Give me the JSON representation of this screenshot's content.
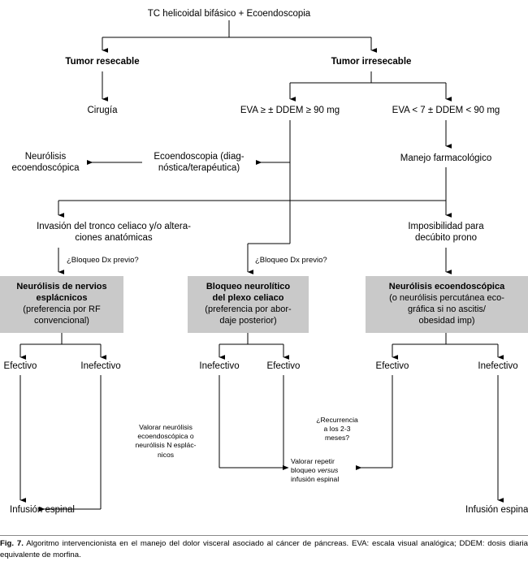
{
  "figure": {
    "caption_label": "Fig. 7.",
    "caption_text": "Algoritmo intervencionista en el manejo del dolor visceral asociado al cáncer de páncreas. EVA: escala visual analógica; DDEM: dosis diaria equivalente de morfina."
  },
  "colors": {
    "box_fill": "#c9c9c9",
    "line": "#000000",
    "background": "#ffffff"
  },
  "nodes": {
    "root": "TC helicoidal bifásico + Ecoendoscopia",
    "tumor_resecable": "Tumor resecable",
    "tumor_irresecable": "Tumor irresecable",
    "cirugia": "Cirugía",
    "eva_high": "EVA ≥ ± DDEM ≥ 90 mg",
    "eva_low": "EVA < 7 ± DDEM < 90 mg",
    "manejo_farmacologico": "Manejo farmacológico",
    "ecoendoscopia_line1": "Ecoendoscopia (diag-",
    "ecoendoscopia_line2": "nóstica/terapéutica)",
    "neurolisis_eco_line1": "Neurólisis",
    "neurolisis_eco_line2": "ecoendoscópica",
    "invasion_line1": "Invasión del tronco celiaco y/o altera-",
    "invasion_line2": "ciones anatómicas",
    "imposibilidad_line1": "Imposibilidad para",
    "imposibilidad_line2": "decúbito prono",
    "bloqueo_dx_left": "¿Bloqueo Dx previo?",
    "bloqueo_dx_mid": "¿Bloqueo Dx previo?"
  },
  "grey_boxes": [
    {
      "name": "neurolisis-nervios-esplacnicos",
      "title_lines": [
        "Neurólisis de nervios",
        "esplácnicos"
      ],
      "sub_lines": [
        "(preferencia por RF",
        "convencional)"
      ]
    },
    {
      "name": "bloqueo-neurolitico-plexo-celiaco",
      "title_lines": [
        "Bloqueo neurolítico",
        "del plexo celiaco"
      ],
      "sub_lines": [
        "(preferencia por abor-",
        "daje posterior)"
      ]
    },
    {
      "name": "neurolisis-ecoendoscopica",
      "title_lines": [
        "Neurólisis ecoendoscópica"
      ],
      "sub_lines": [
        "(o neurólisis percutánea eco-",
        "gráfica si no ascitis/",
        "obesidad imp)"
      ]
    }
  ],
  "outcomes": {
    "left_effective": "Efectivo",
    "left_ineffective": "Inefectivo",
    "mid_ineffective": "Inefectivo",
    "mid_effective": "Efectivo",
    "right_effective": "Efectivo",
    "right_ineffective": "Inefectivo"
  },
  "annotations": {
    "valorar_neurolisis": [
      "Valorar neurólisis",
      "ecoendoscópica o",
      "neurólisis N esplác-",
      "nicos"
    ],
    "recurrencia": [
      "¿Recurrencia",
      "a los 2-3",
      "meses?"
    ],
    "valorar_repetir_line1": "Valorar repetir",
    "valorar_repetir_line2_pre": "bloqueo ",
    "valorar_repetir_line2_ital": "versus",
    "valorar_repetir_line3": "infusión espinal"
  },
  "terminals": {
    "infusion_left": "Infusión espinal",
    "infusion_right": "Infusión espinal"
  }
}
